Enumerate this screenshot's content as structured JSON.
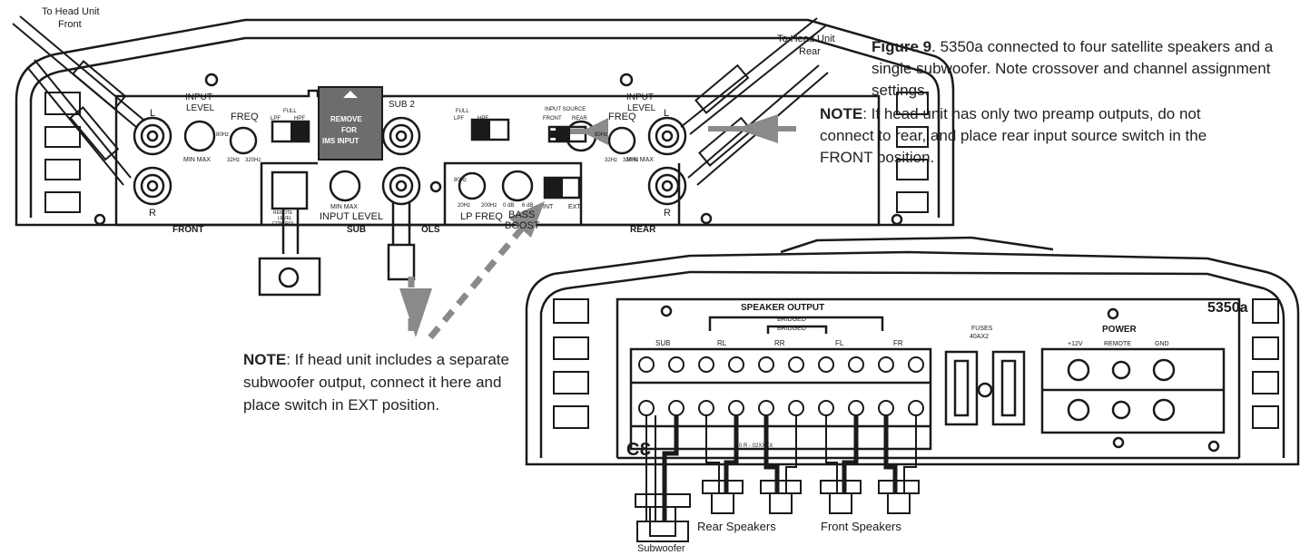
{
  "caption": {
    "figure_label": "Figure 9",
    "text": ". 5350a connected to four satellite speakers and a single subwoofer. Note crossover and channel assignment settings."
  },
  "note_rear": {
    "label": "NOTE",
    "text": ": If head unit has only two preamp outputs, do not connect to rear, and place rear input source switch in the FRONT position."
  },
  "note_sub": {
    "label": "NOTE",
    "text": ": If head unit includes a separate subwoofer output, connect it here and place switch in EXT position."
  },
  "callouts": {
    "to_head_unit_front_1": "To Head Unit",
    "to_head_unit_front_2": "Front",
    "to_head_unit_rear_1": "To Head Unit",
    "to_head_unit_rear_2": "Rear"
  },
  "input_panel": {
    "front_label": "FRONT",
    "rear_label": "REAR",
    "sub_controls_label_left": "SUB",
    "sub_controls_label_right": "OLS",
    "channel_l": "L",
    "channel_r": "R",
    "input_level_1": "INPUT",
    "input_level_2": "LEVEL",
    "min_max": "MIN  MAX",
    "freq": "FREQ",
    "freq_80": "80Hz",
    "freq_32": "32Hz",
    "freq_320": "320Hz",
    "full": "FULL",
    "lpf": "LPF",
    "hpf": "HPF",
    "remove_1": "REMOVE",
    "remove_2": "FOR",
    "remove_3": "IMS INPUT",
    "sub2": "SUB 2",
    "input_source": "INPUT SOURCE",
    "source_front": "FRONT",
    "source_rear": "REAR",
    "remote_1": "REMOTE",
    "remote_2": "LEVEL",
    "remote_3": "CONTROL",
    "sub_input_level": "INPUT LEVEL",
    "lp_freq": "LP FREQ",
    "lp_20": "20Hz",
    "lp_200": "200Hz",
    "lp_80": "80Hz",
    "bass_1": "BASS",
    "bass_2": "BOOST",
    "bass_0": "0 dB",
    "bass_6": "6 dB",
    "int": "INT",
    "ext": "EXT"
  },
  "output_panel": {
    "model": "5350a",
    "speaker_output": "SPEAKER OUTPUT",
    "bridged": "BRIDGED",
    "sub": "SUB",
    "rl": "RL",
    "rr": "RR",
    "fl": "FL",
    "fr": "FR",
    "fuses_1": "FUSES",
    "fuses_2": "40AX2",
    "power": "POWER",
    "p12v": "+12V",
    "remote": "REMOTE",
    "gnd": "GND",
    "serial": "0  R - 02XXXX",
    "ce": "CƐ"
  },
  "speaker_labels": {
    "subwoofer": "Subwoofer",
    "rear": "Rear Speakers",
    "front": "Front Speakers"
  }
}
